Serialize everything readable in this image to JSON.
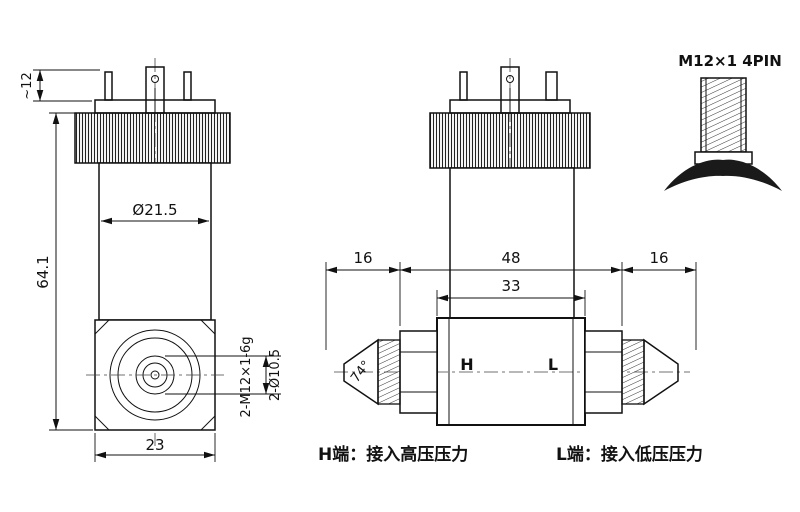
{
  "drawing": {
    "front_view": {
      "dim_connector_height": "~12",
      "dim_total_height": "64.1",
      "dim_body_diameter": "Ø21.5",
      "dim_base_width": "23",
      "callout_thread": "2-M12×1-6g",
      "callout_holes": "2-Ø10.5"
    },
    "side_view": {
      "dim_left_fitting": "16",
      "dim_body_width": "48",
      "dim_right_fitting": "16",
      "dim_block_width": "33",
      "cone_angle": "74°",
      "port_high_label": "H",
      "port_low_label": "L"
    },
    "connector_detail": {
      "label": "M12×1 4PIN"
    },
    "notes": {
      "high_pressure": "H端：接入高压压力",
      "low_pressure": "L端：接入低压压力"
    }
  }
}
